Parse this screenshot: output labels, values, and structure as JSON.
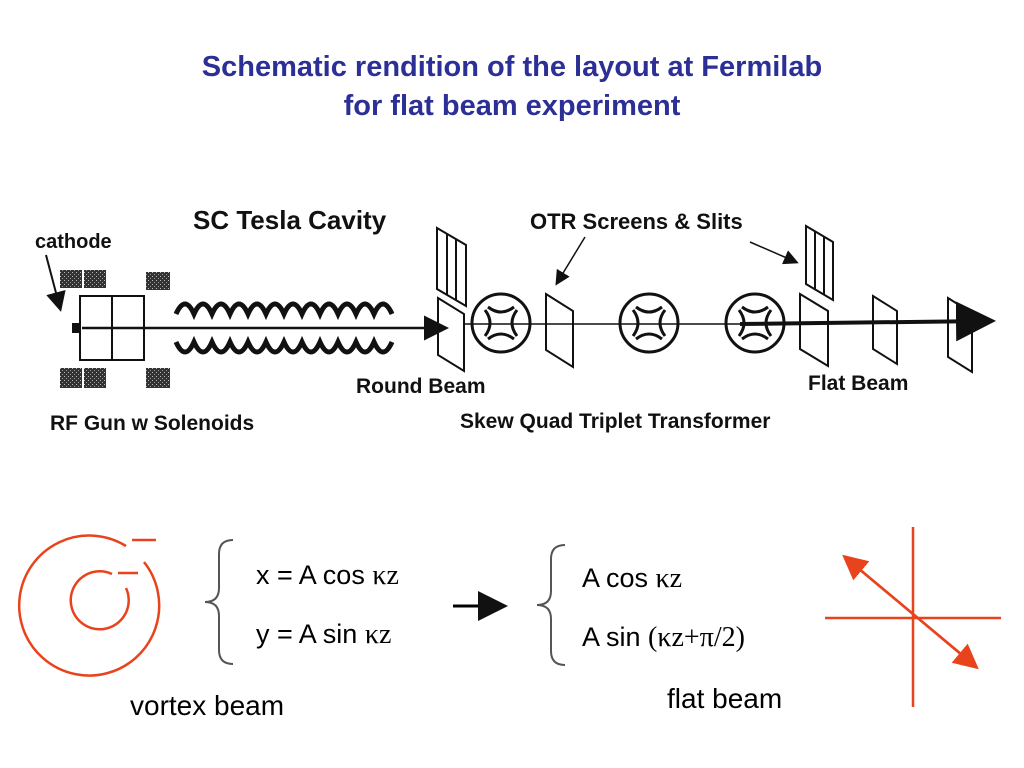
{
  "title": {
    "line1": "Schematic rendition of the layout at Fermilab",
    "line2": "for flat beam experiment"
  },
  "diagram": {
    "labels": {
      "cathode": "cathode",
      "sc_tesla_cavity": "SC Tesla Cavity",
      "otr_screens_slits": "OTR Screens & Slits",
      "round_beam": "Round Beam",
      "flat_beam": "Flat Beam",
      "rf_gun": "RF Gun w Solenoids",
      "skew_quad": "Skew Quad Triplet Transformer"
    }
  },
  "equations": {
    "x_prefix": "x = A cos ",
    "x_greek": "κz",
    "y_prefix": "y = A sin ",
    "y_greek": "κz",
    "out1_prefix": "A cos ",
    "out1_greek": "κz",
    "out2_prefix": "A sin ",
    "out2_greek": "(κz+π/2)"
  },
  "captions": {
    "vortex": "vortex beam",
    "flat": "flat beam"
  },
  "colors": {
    "title": "#2b2f96",
    "beam_sketch": "#e8431c"
  }
}
